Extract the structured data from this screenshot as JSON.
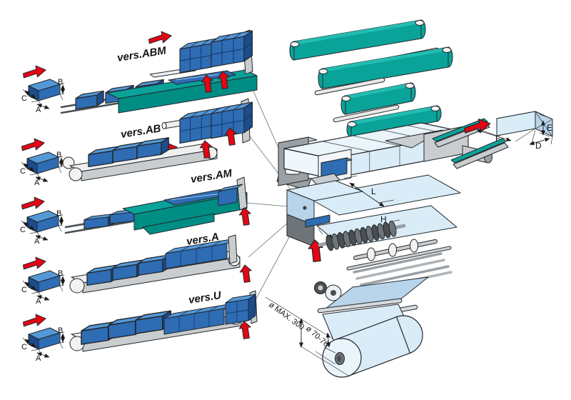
{
  "diagram": {
    "versions": [
      {
        "label": "vers.ABM"
      },
      {
        "label": "vers.AB"
      },
      {
        "label": "vers.AM"
      },
      {
        "label": "vers.A"
      },
      {
        "label": "vers.U"
      }
    ],
    "product_dim_labels": {
      "height": "B",
      "length": "C",
      "width": "A"
    },
    "package_dim_labels": {
      "length": "F",
      "height": "E",
      "width": "D"
    },
    "film_dim_labels": {
      "film_width": "L",
      "forming_width": "H"
    },
    "reel_labels": {
      "max_diameter": "ø MAX. 300",
      "core_diameter": "ø 70-76"
    },
    "colors": {
      "teal": "#0AA39A",
      "product_blue": "#2E6CB4",
      "film_blue": "#D9ECF8",
      "arrow_red": "#E30613",
      "machine_grey": "#C9CDD0",
      "outline": "#23272A",
      "background": "#FFFFFF"
    }
  }
}
